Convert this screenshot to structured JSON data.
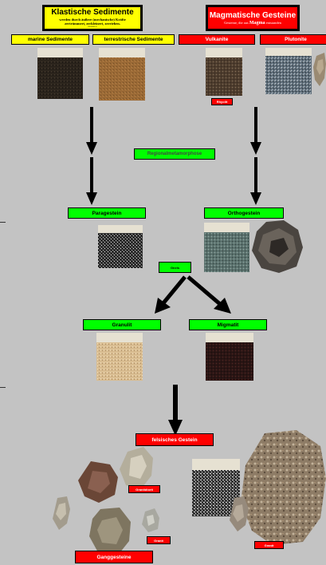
{
  "headers": {
    "clastic": {
      "title": "Klastische Sedimente",
      "line1": "werden durch äußere (mechanische) Kräfte",
      "line2": "zertrümmert, zerkleinert, zerrieben.",
      "line3": "(Kraftilter)"
    },
    "magmatic": {
      "title": "Magmatische Gesteine",
      "subtitle_pre": "Gesteine, die aus",
      "subtitle_bold": "Magma",
      "subtitle_post": "entstanden"
    }
  },
  "categories": {
    "marine": "marine Sedimente",
    "terrestrial": "terrestrische Sedimente",
    "volcanic": "Vulkanite",
    "plutonic": "Plutonite",
    "rhyolite": "Rhyolit"
  },
  "process": {
    "regional": "Regionalmetamorphose"
  },
  "metamorphic": {
    "paragneiss": "Paragestein",
    "orthogneiss": "Orthogestein",
    "gneiss": "Gneis",
    "granulite": "Granulit",
    "migmatite": "Migmatit"
  },
  "bottom": {
    "felsic": "felsisches Gestein",
    "label_a": "Granitdiorit",
    "label_b": "Granit",
    "label_c": "Granit",
    "dike": "Ganggesteine"
  },
  "colors": {
    "background": "#c3c3c3",
    "yellow": "#ffff00",
    "red": "#ff0000",
    "green": "#00ff00",
    "arrow": "#000000"
  }
}
